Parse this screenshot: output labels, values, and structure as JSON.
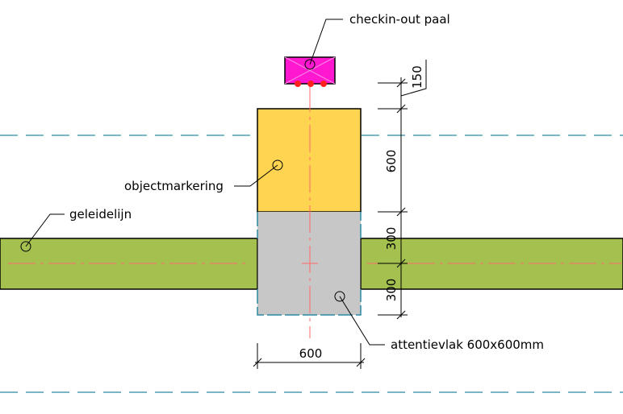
{
  "labels": {
    "checkin_out_paal": "checkin-out paal",
    "objectmarkering": "objectmarkering",
    "geleidelijn": "geleidelijn",
    "attentievlak": "attentievlak 600x600mm"
  },
  "dimensions": {
    "width_bottom": "600",
    "gap_top": "150",
    "height_marker": "600",
    "height_upper_half": "300",
    "height_lower_half": "300"
  },
  "colors": {
    "guide_line": "#a4c14f",
    "object_marker": "#ffd451",
    "attention_field": "#c7c7c7",
    "checkin_pole": "#ff18d0",
    "pole_dots": "#ff2020",
    "centerline": "#ff6b6b",
    "reference_line": "#2a8aa0"
  }
}
